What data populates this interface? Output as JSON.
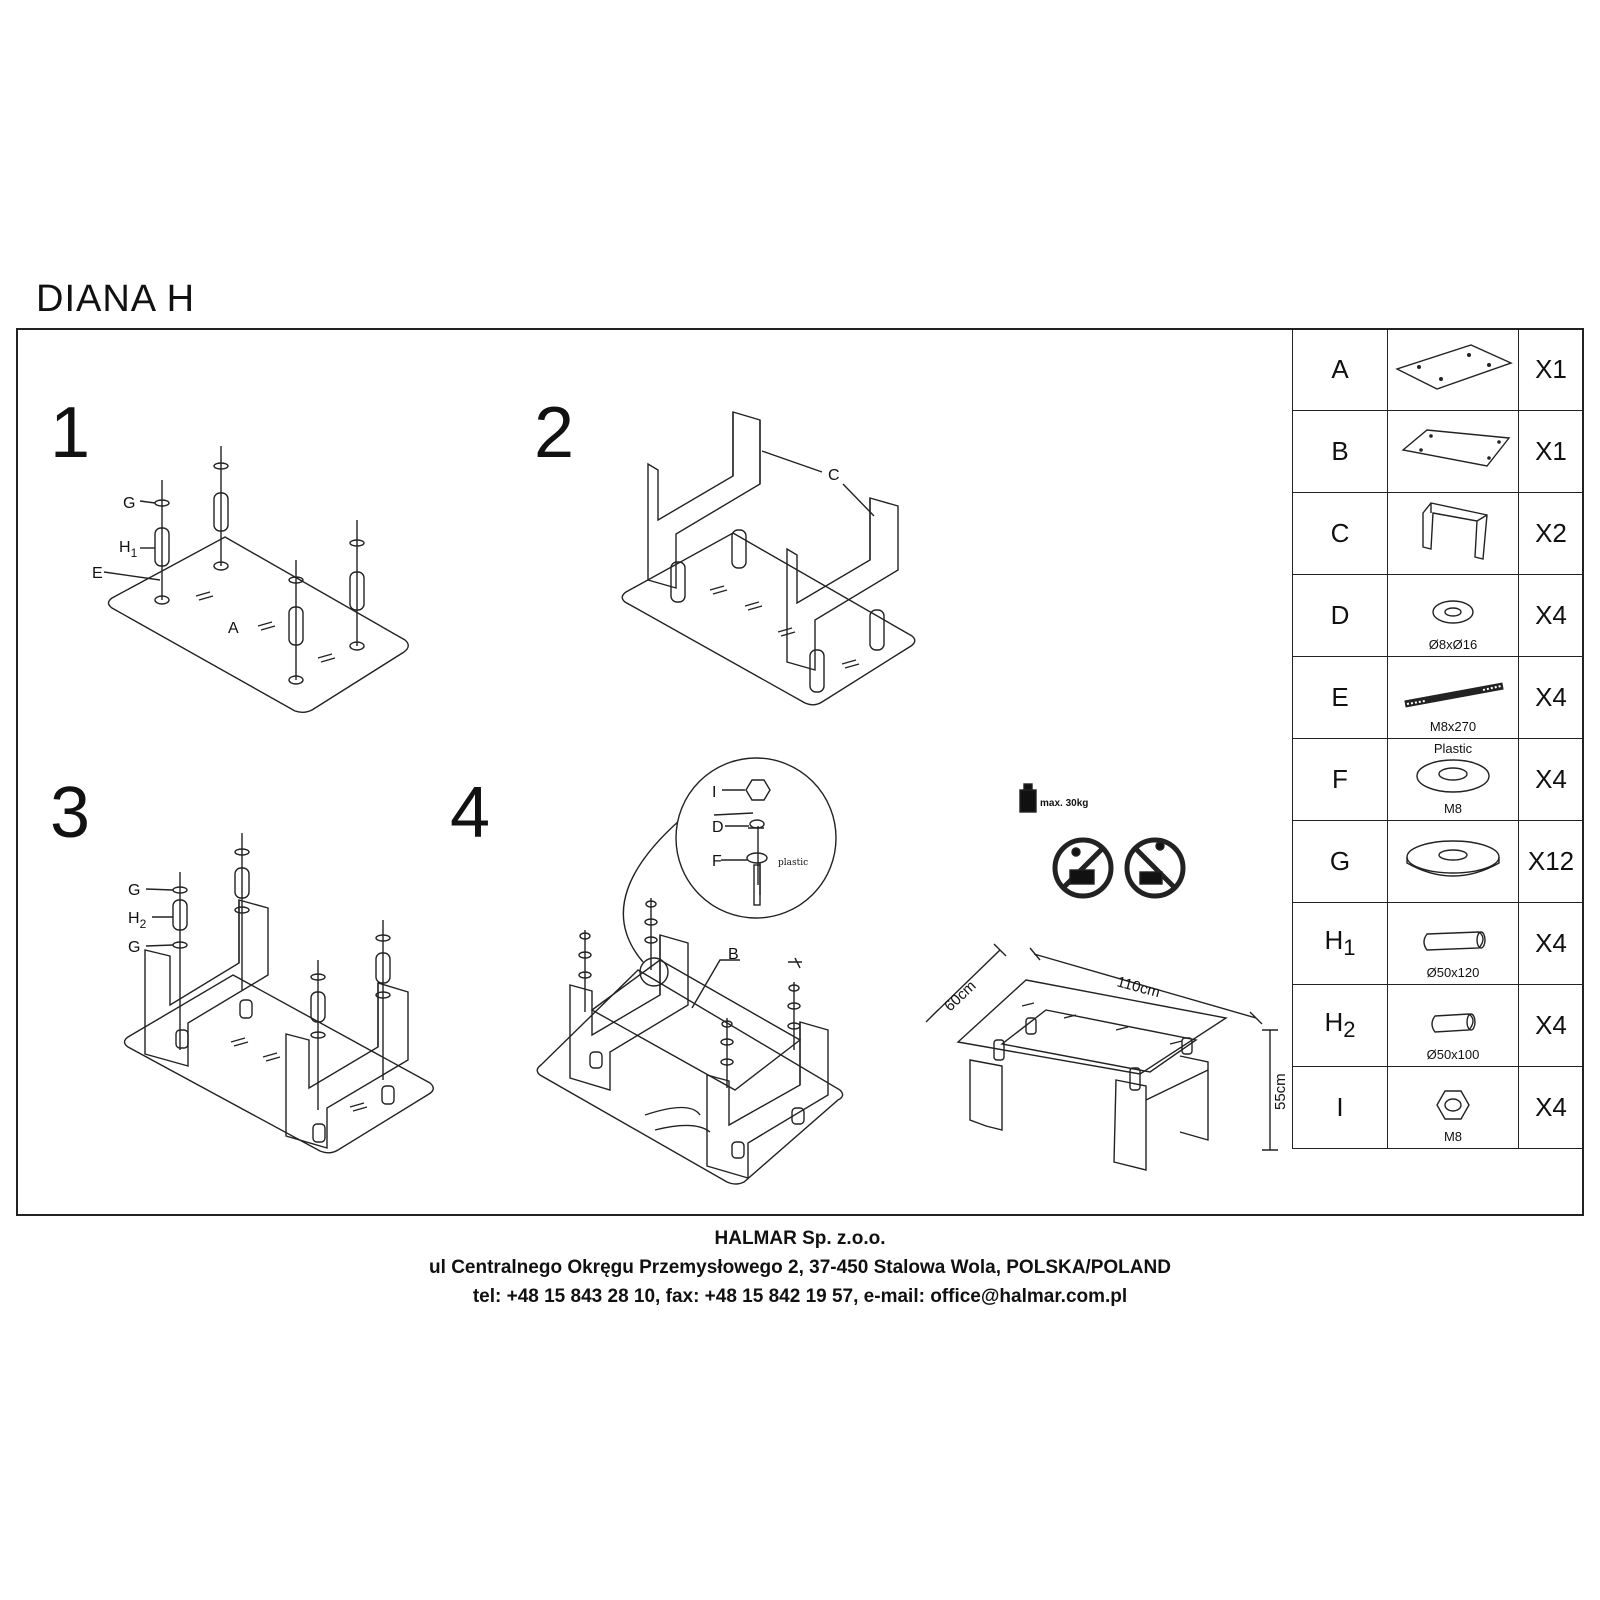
{
  "title": "DIANA H",
  "steps": [
    "1",
    "2",
    "3",
    "4"
  ],
  "callouts": {
    "step1": {
      "g": "G",
      "h": "H",
      "h_sub": "1",
      "e": "E",
      "a": "A"
    },
    "step2": {
      "c": "C"
    },
    "step3": {
      "g1": "G",
      "h": "H",
      "h_sub": "2",
      "g2": "G"
    },
    "step4": {
      "b": "B",
      "i": "I",
      "d": "D",
      "f": "F",
      "plastic": "plastic"
    }
  },
  "load_limit": "max. 30kg",
  "dimensions": {
    "width": "110cm",
    "depth": "60cm",
    "height": "55cm"
  },
  "parts": [
    {
      "letter": "A",
      "sub": "",
      "spec": "",
      "spec_top": "",
      "qty": "X1",
      "icon": "glass-top-icon"
    },
    {
      "letter": "B",
      "sub": "",
      "spec": "",
      "spec_top": "",
      "qty": "X1",
      "icon": "glass-shelf-icon"
    },
    {
      "letter": "C",
      "sub": "",
      "spec": "",
      "spec_top": "",
      "qty": "X2",
      "icon": "u-frame-icon"
    },
    {
      "letter": "D",
      "sub": "",
      "spec": "Ø8xØ16",
      "spec_top": "",
      "qty": "X4",
      "icon": "washer-icon"
    },
    {
      "letter": "E",
      "sub": "",
      "spec": "M8x270",
      "spec_top": "",
      "qty": "X4",
      "icon": "threaded-rod-icon"
    },
    {
      "letter": "F",
      "sub": "",
      "spec": "M8",
      "spec_top": "Plastic",
      "qty": "X4",
      "icon": "plastic-washer-icon"
    },
    {
      "letter": "G",
      "sub": "",
      "spec": "",
      "spec_top": "",
      "qty": "X12",
      "icon": "large-washer-icon"
    },
    {
      "letter": "H",
      "sub": "1",
      "spec": "Ø50x120",
      "spec_top": "",
      "qty": "X4",
      "icon": "long-tube-icon"
    },
    {
      "letter": "H",
      "sub": "2",
      "spec": "Ø50x100",
      "spec_top": "",
      "qty": "X4",
      "icon": "short-tube-icon"
    },
    {
      "letter": "I",
      "sub": "",
      "spec": "M8",
      "spec_top": "",
      "qty": "X4",
      "icon": "hex-nut-icon"
    }
  ],
  "footer": {
    "company": "HALMAR Sp. z.o.o.",
    "address": "ul Centralnego Okręgu Przemysłowego 2, 37-450 Stalowa Wola, POLSKA/POLAND",
    "contact": "tel: +48 15 843 28 10, fax: +48 15 842 19 57, e-mail: office@halmar.com.pl"
  }
}
